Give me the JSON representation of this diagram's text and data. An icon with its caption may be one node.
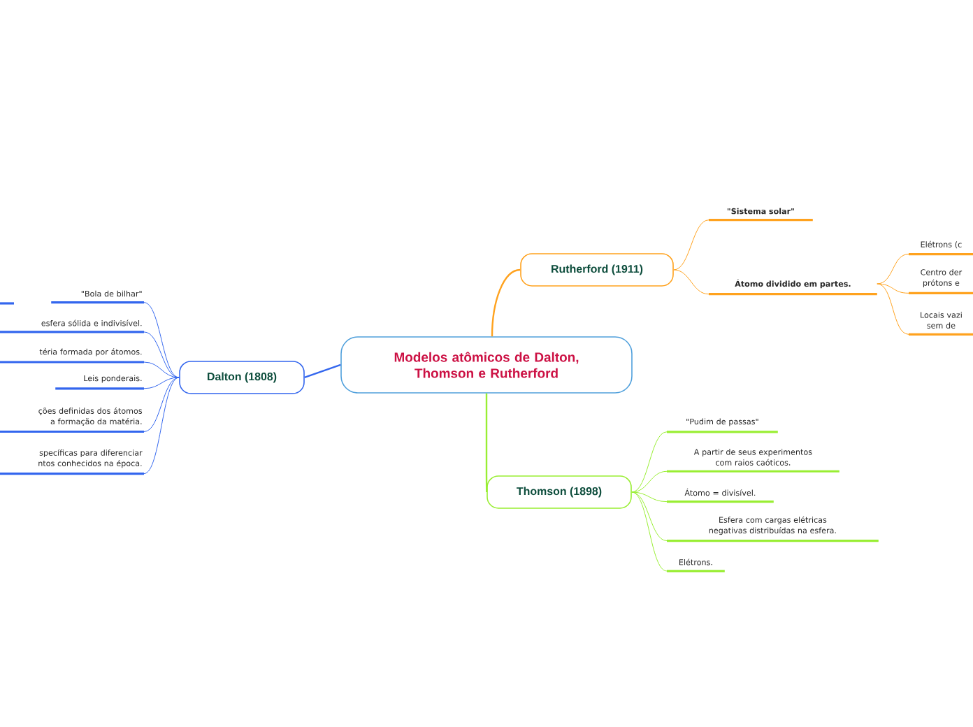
{
  "diagram": {
    "nodes": [
      {
        "text": [
          "Modelos atômicos de Dalton, Thomson e Rutherford"
        ]
      },
      {
        "text": [
          "Rutherford (1911)"
        ]
      },
      {
        "text": [
          "\"Sistema solar\""
        ]
      },
      {
        "text": [
          "Átomo dividido em partes."
        ]
      },
      {
        "text": [
          "Elétrons (c"
        ]
      },
      {
        "text": [
          "Centro der prótons e"
        ]
      },
      {
        "text": [
          "Locais vazi sem de"
        ]
      },
      {
        "text": [
          "Thomson (1898)"
        ]
      },
      {
        "text": [
          "\"Pudim de passas\""
        ]
      },
      {
        "text": [
          "A partir de seus experimentos com raios caóticos."
        ]
      },
      {
        "text": [
          "Átomo = divisível."
        ]
      },
      {
        "text": [
          "Esfera com cargas elétricas negativas distribuídas na esfera."
        ]
      },
      {
        "text": [
          "Elétrons."
        ]
      },
      {
        "text": [
          "Dalton (1808)"
        ]
      },
      {
        "text": [
          "\"Bola de bilhar\""
        ]
      },
      {
        "text": [
          "esfera sólida e indivisível."
        ]
      },
      {
        "text": [
          "téria formada por átomos."
        ]
      },
      {
        "text": [
          "Leis ponderais."
        ]
      },
      {
        "text": [
          "ções definidas dos átomos a formação da matéria."
        ]
      },
      {
        "text": [
          "specíficas para diferenciar ntos conhecidos na época."
        ]
      }
    ],
    "edges": [
      {
        "from": 0,
        "to": 1,
        "arrow": "none",
        "color": "#ffa21e"
      },
      {
        "from": 1,
        "to": 2,
        "arrow": "none",
        "color": "#ffa21e"
      },
      {
        "from": 1,
        "to": 3,
        "arrow": "none",
        "color": "#ffa21e"
      },
      {
        "from": 3,
        "to": 4,
        "arrow": "none",
        "color": "#ffa21e"
      },
      {
        "from": 3,
        "to": 5,
        "arrow": "none",
        "color": "#ffa21e"
      },
      {
        "from": 3,
        "to": 6,
        "arrow": "none",
        "color": "#ffa21e"
      },
      {
        "from": 0,
        "to": 7,
        "arrow": "none",
        "color": "#99ee33"
      },
      {
        "from": 7,
        "to": 8,
        "arrow": "none",
        "color": "#99ee33"
      },
      {
        "from": 7,
        "to": 9,
        "arrow": "none",
        "color": "#99ee33"
      },
      {
        "from": 7,
        "to": 10,
        "arrow": "none",
        "color": "#99ee33"
      },
      {
        "from": 7,
        "to": 11,
        "arrow": "none",
        "color": "#99ee33"
      },
      {
        "from": 7,
        "to": 12,
        "arrow": "none",
        "color": "#99ee33"
      },
      {
        "from": 0,
        "to": 13,
        "arrow": "none",
        "color": "#3366ee"
      },
      {
        "from": 13,
        "to": 14,
        "arrow": "none",
        "color": "#3366ee"
      },
      {
        "from": 13,
        "to": 15,
        "arrow": "none",
        "color": "#3366ee"
      },
      {
        "from": 13,
        "to": 16,
        "arrow": "none",
        "color": "#3366ee"
      },
      {
        "from": 13,
        "to": 17,
        "arrow": "none",
        "color": "#3366ee"
      },
      {
        "from": 13,
        "to": 18,
        "arrow": "none",
        "color": "#3366ee"
      },
      {
        "from": 13,
        "to": 19,
        "arrow": "none",
        "color": "#3366ee"
      }
    ]
  }
}
